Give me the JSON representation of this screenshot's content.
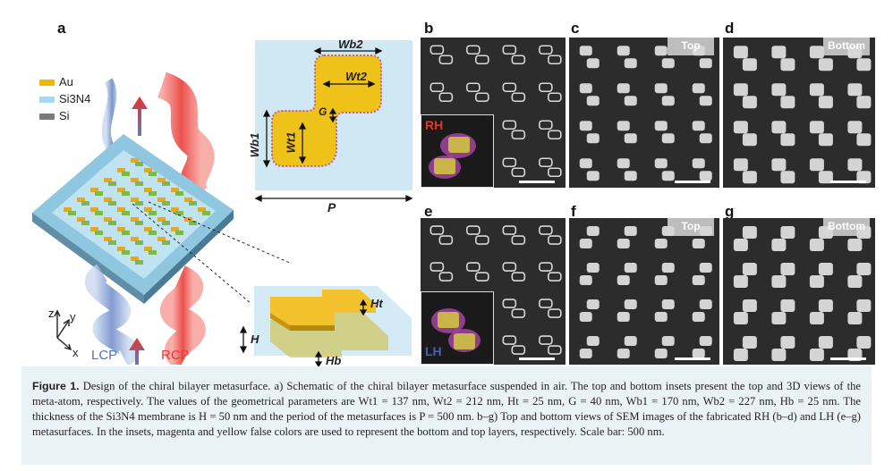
{
  "panel_labels": {
    "a": "a",
    "b": "b",
    "c": "c",
    "d": "d",
    "e": "e",
    "f": "f",
    "g": "g"
  },
  "legend": [
    {
      "label": "Au",
      "color": "#f2b600"
    },
    {
      "label": "Si3N4",
      "color": "#a9d7ee"
    },
    {
      "label": "Si",
      "color": "#7a7a7a"
    }
  ],
  "beams": {
    "lcp": "LCP",
    "rcp": "RCP",
    "lcp_color": "#4f73b8",
    "rcp_color": "#e83a35"
  },
  "axes": {
    "x": "x",
    "y": "y",
    "z": "z"
  },
  "top_view": {
    "wb2": "Wb2",
    "wt2": "Wt2",
    "g": "G",
    "wb1": "Wb1",
    "wt1": "Wt1",
    "p": "P"
  },
  "side_view": {
    "ht": "Ht",
    "h": "H",
    "hb": "Hb"
  },
  "sem_tags": {
    "top": "Top",
    "bottom": "Bottom"
  },
  "insets": {
    "rh": "RH",
    "lh": "LH",
    "rh_color": "#d9392f",
    "lh_color": "#4a5fc1"
  },
  "caption": {
    "lead": "Figure 1.",
    "l1": "Design of the chiral bilayer metasurface. a) Schematic of the chiral bilayer metasurface suspended in air. The top and bottom insets present",
    "l2": "the top and 3D views of the meta-atom, respectively. The values of the geometrical parameters are Wt1 = 137 nm, Wt2 = 212 nm, Ht = 25 nm, G = 40 nm,",
    "l3": "Wb1 = 170 nm, Wb2 = 227 nm, Hb = 25 nm. The thickness of the Si3N4 membrane is H = 50 nm and the period of the metasurfaces is P = 500 nm.",
    "l4": "b–g) Top and bottom views of SEM images of the fabricated RH (b–d) and LH (e–g) metasurfaces. In the insets, magenta and yellow false colors are",
    "l5": "used to represent the bottom and top layers, respectively. Scale bar: 500 nm."
  }
}
